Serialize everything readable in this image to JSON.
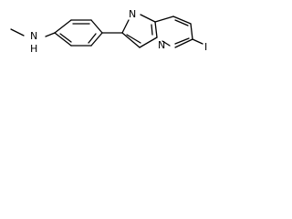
{
  "molecule": {
    "atoms": {
      "amine_n": "N",
      "amine_h": "H",
      "ring_n_top": "N",
      "ring_n_bridge": "N",
      "iodine": "I"
    },
    "colors": {
      "bond": "#000000",
      "label": "#000000",
      "background": "#ffffff"
    }
  }
}
